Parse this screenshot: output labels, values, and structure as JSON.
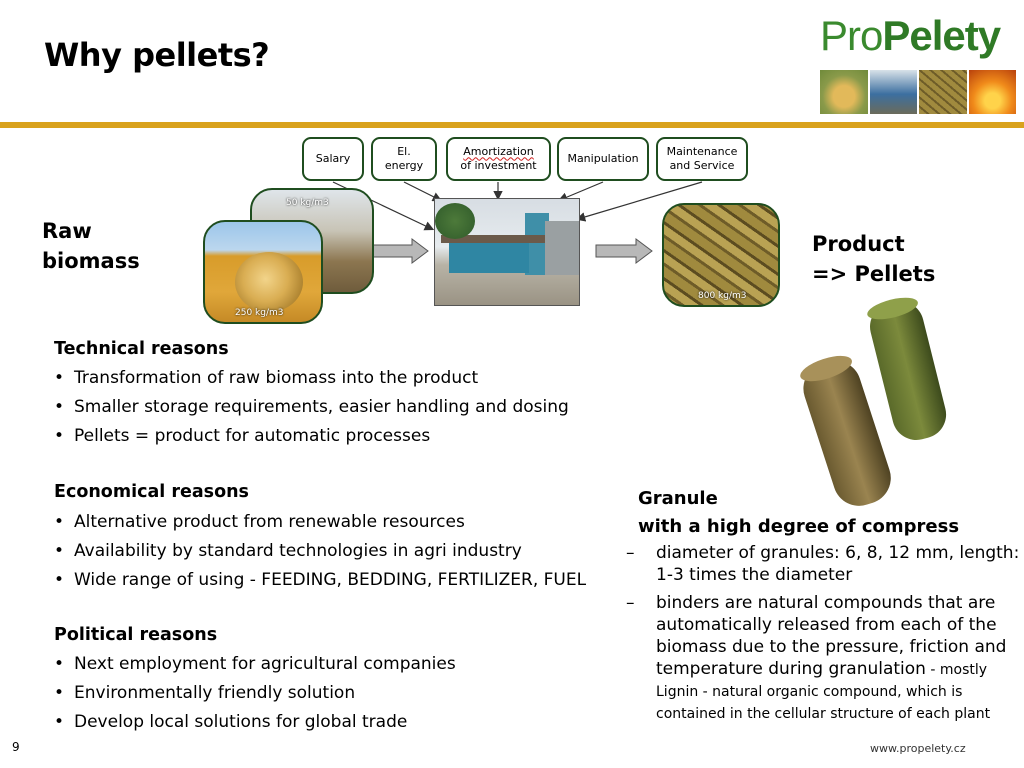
{
  "slide": {
    "title": "Why pellets?",
    "page_number": "9",
    "website": "www.propelety.cz"
  },
  "logo": {
    "text_pro": "Pro",
    "text_pelety": "Pelety"
  },
  "diagram": {
    "cost_boxes": {
      "salary": "Salary",
      "energy_line1": "El.",
      "energy_line2": "energy",
      "amortization_line1": "Amortization",
      "amortization_line2": "of investment",
      "manipulation": "Manipulation",
      "maintenance_line1": "Maintenance",
      "maintenance_line2": "and Service"
    },
    "raw_label_line1": "Raw",
    "raw_label_line2": "biomass",
    "density_back": "50 kg/m3",
    "density_front": "250 kg/m3",
    "density_pellets": "800 kg/m3",
    "product_label_line1": "Product",
    "product_label_line2": "=> Pellets"
  },
  "technical": {
    "heading": "Technical reasons",
    "items": [
      "Transformation of raw biomass into the product",
      "Smaller storage requirements, easier handling and dosing",
      "Pellets = product for automatic processes"
    ]
  },
  "economical": {
    "heading": "Economical reasons",
    "items": [
      "Alternative product from renewable resources",
      "Availability by standard technologies in agri industry",
      "Wide range of using - FEEDING, BEDDING, FERTILIZER, FUEL"
    ]
  },
  "political": {
    "heading": "Political reasons",
    "items": [
      "Next employment for agricultural companies",
      "Environmentally friendly solution",
      "Develop local solutions for global trade"
    ]
  },
  "granule": {
    "title_line1": "Granule",
    "title_line2": "with a high degree of compress",
    "item1": "diameter of granules: 6, 8, 12 mm, length: 1-3 times the diameter",
    "item2_main": "binders are natural compounds that are automatically released from each of the biomass due to the pressure, friction and temperature during granulation",
    "item2_note": " - mostly Lignin - natural organic compound, which is contained in the cellular structure of each plant"
  },
  "colors": {
    "accent_gold": "#d9a21d",
    "box_border": "#1f4d1f",
    "logo_green": "#2f7a26"
  }
}
